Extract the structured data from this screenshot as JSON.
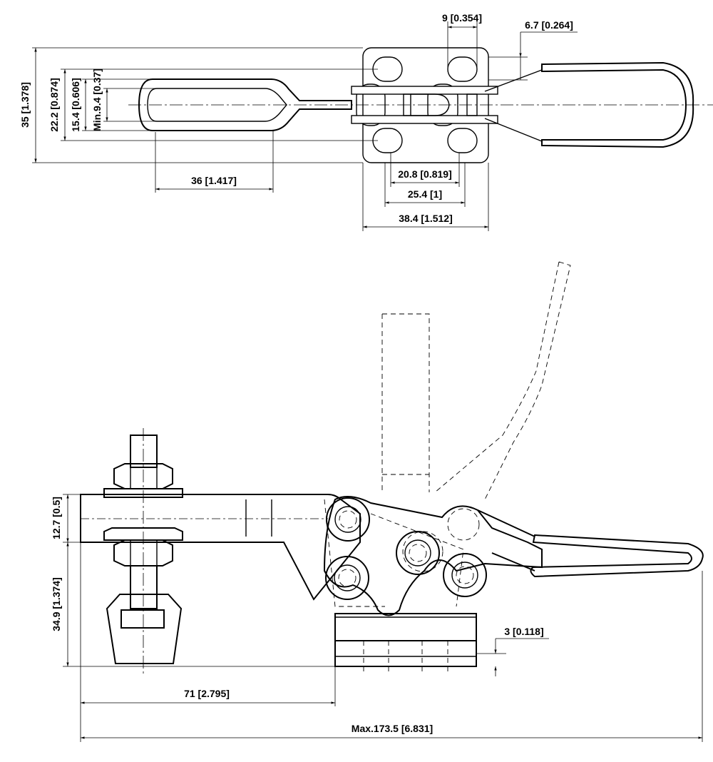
{
  "dimensions": {
    "top_hole_pitch_x": "9 [0.354]",
    "top_arm_offset": "6.7 [0.264]",
    "base_height_total": "35 [1.378]",
    "hole_pitch_y": "22.2 [0.874]",
    "slot_outer": "15.4 [0.606]",
    "slot_min": "Min.9.4 [0.37]",
    "slot_length": "36 [1.417]",
    "hole_pitch_inner": "20.8 [0.819]",
    "hole_pitch_outer": "25.4 [1]",
    "base_width": "38.4 [1.512]",
    "arm_thickness": "12.7 [0.5]",
    "spindle_height": "34.9 [1.374]",
    "base_plate_thickness": "3 [0.118]",
    "reach": "71 [2.795]",
    "overall_length": "Max.173.5 [6.831]"
  },
  "colors": {
    "line": "#000000",
    "background": "#ffffff"
  }
}
